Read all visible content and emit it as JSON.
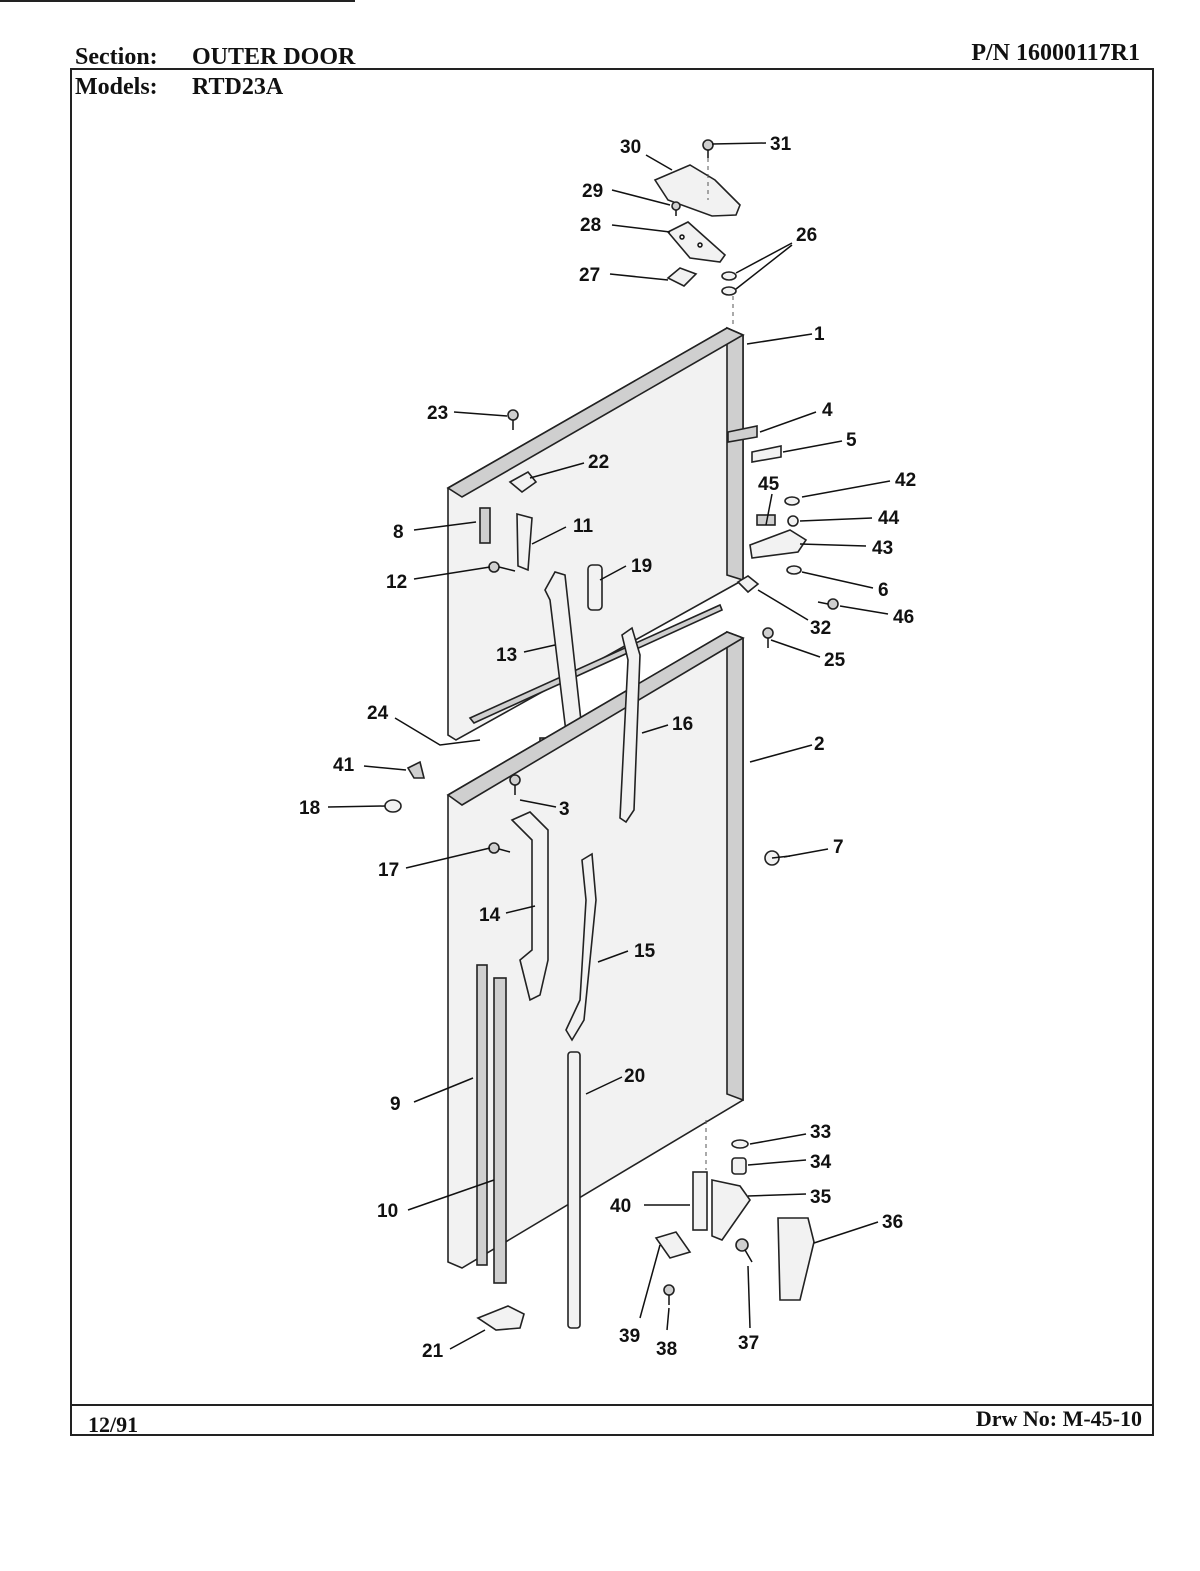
{
  "header": {
    "section_label": "Section:",
    "section_value": "OUTER DOOR",
    "models_label": "Models:",
    "models_value": "RTD23A",
    "part_number": "P/N 16000117R1"
  },
  "footer": {
    "date": "12/91",
    "drawing_number": "Drw No: M-45-10"
  },
  "callouts": [
    "1",
    "2",
    "3",
    "4",
    "5",
    "6",
    "7",
    "8",
    "9",
    "10",
    "11",
    "12",
    "13",
    "14",
    "15",
    "16",
    "17",
    "18",
    "19",
    "20",
    "21",
    "22",
    "23",
    "24",
    "25",
    "26",
    "27",
    "28",
    "29",
    "30",
    "31",
    "32",
    "33",
    "34",
    "35",
    "36",
    "37",
    "38",
    "39",
    "40",
    "41",
    "42",
    "43",
    "44",
    "45",
    "46"
  ]
}
